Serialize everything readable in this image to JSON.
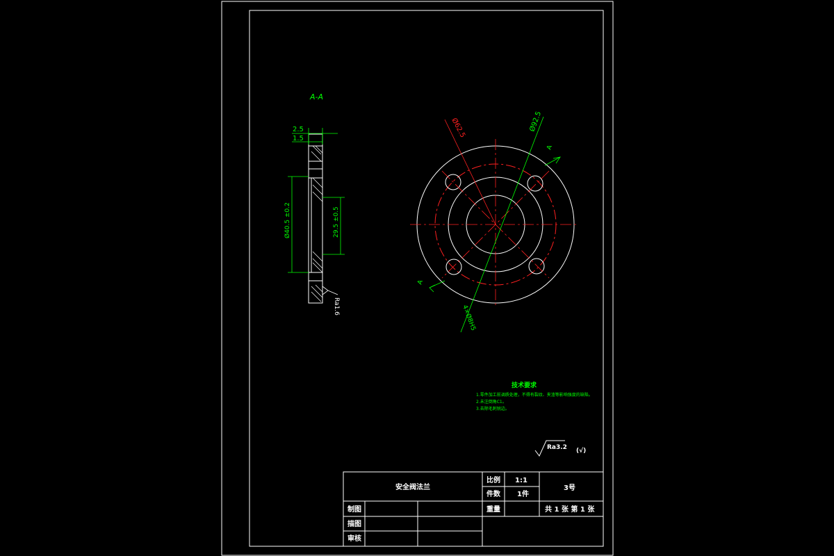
{
  "colors": {
    "background": "#000000",
    "outline": "#ffffff",
    "dimension": "#00ff00",
    "centerline": "#ff2020"
  },
  "section": {
    "label": "A-A",
    "dim_top_outer": "2.5",
    "dim_top_inner": "1.5",
    "dim_left_outer": "Ø40.5 ±0.2",
    "dim_right_inner": "29.5 ±0.5",
    "roughness": "Ra1.6"
  },
  "plan_view": {
    "dim_bolt_circle": "Ø62.5",
    "dim_outer": "Ø92.5",
    "dim_holes": "4×Ø8H5",
    "section_mark_top": "A",
    "section_mark_bottom": "A"
  },
  "notes": {
    "title": "技术要求",
    "lines": [
      "1.零件加工前调质处理，不得有裂纹、夹渣等影响强度的缺陷。",
      "2.未注倒角C1。",
      "3.去除毛刺锐边。"
    ]
  },
  "surface_finish": {
    "value": "Ra3.2",
    "suffix": "(√)"
  },
  "title_block": {
    "part_name": "安全阀法兰",
    "scale_label": "比例",
    "scale_value": "1:1",
    "qty_label": "件数",
    "qty_value": "1件",
    "weight_label": "重量",
    "drawing_no": "3号",
    "sheet_info": "共 1 张 第 1 张",
    "drawn_label": "制图",
    "design_label": "描图",
    "review_label": "审核"
  }
}
